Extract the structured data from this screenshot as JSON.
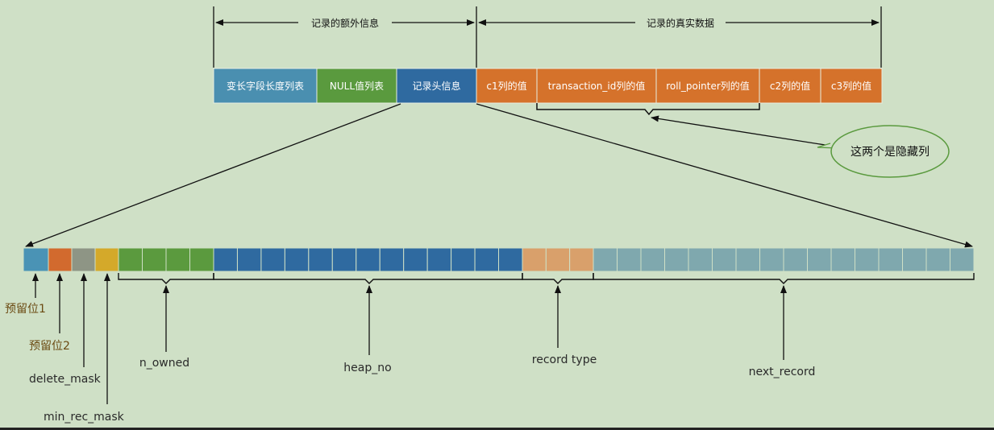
{
  "header": {
    "extra_info_label": "记录的额外信息",
    "real_data_label": "记录的真实数据"
  },
  "record_fields": [
    {
      "label": "变长字段长度列表",
      "color": "#4a8fb0"
    },
    {
      "label": "NULL值列表",
      "color": "#5a9a3e"
    },
    {
      "label": "记录头信息",
      "color": "#2f6aa0"
    },
    {
      "label": "c1列的值",
      "color": "#d5722b"
    },
    {
      "label": "transaction_id列的值",
      "color": "#d5722b"
    },
    {
      "label": "roll_pointer列的值",
      "color": "#d5722b"
    },
    {
      "label": "c2列的值",
      "color": "#d5722b"
    },
    {
      "label": "c3列的值",
      "color": "#d5722b"
    }
  ],
  "callout": {
    "text": "这两个是隐藏列"
  },
  "header_bits": [
    {
      "label": "预留位1",
      "color": "#4a93b5"
    },
    {
      "label": "预留位2",
      "color": "#d26a2e"
    },
    {
      "label": "delete_mask",
      "color": "#8e9585"
    },
    {
      "label": "min_rec_mask",
      "color": "#d4a92a"
    },
    {
      "label": "n_owned",
      "color": "#5b9a3e"
    },
    {
      "label": "heap_no",
      "color": "#2f6aa0"
    },
    {
      "label": "record type",
      "color": "#d9a06b"
    },
    {
      "label": "next_record",
      "color": "#7fa8ae"
    }
  ],
  "colors": {
    "background": "#cfe0c6",
    "label_text": "#6b4a12",
    "field_text": "#ffffff"
  }
}
